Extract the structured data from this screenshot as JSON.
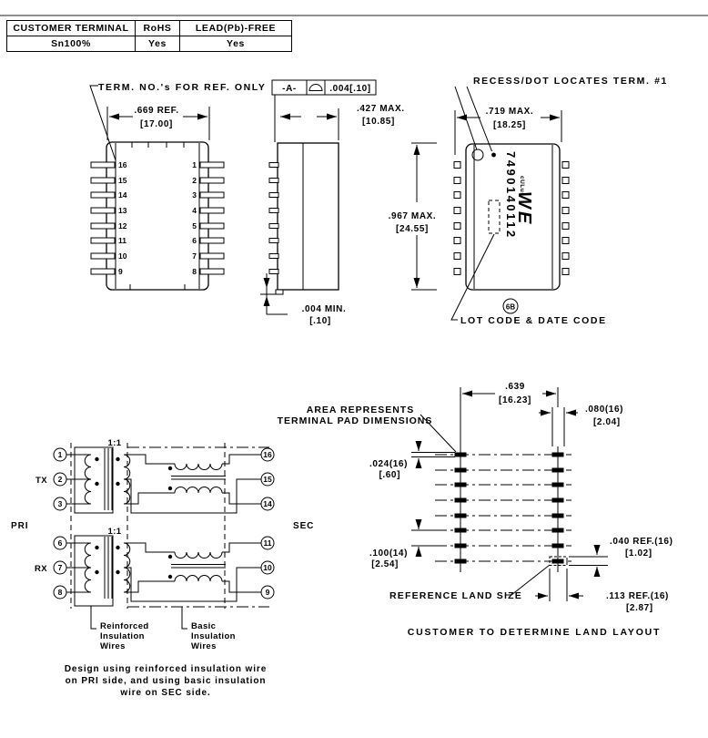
{
  "table": {
    "headers": [
      "CUSTOMER TERMINAL",
      "RoHS",
      "LEAD(Pb)-FREE"
    ],
    "values": [
      "Sn100%",
      "Yes",
      "Yes"
    ]
  },
  "front_view": {
    "term_note": "TERM. NO.'s FOR REF. ONLY",
    "width_in": ".669 REF.",
    "width_mm": "[17.00]",
    "pins_left": [
      "16",
      "15",
      "14",
      "13",
      "12",
      "11",
      "10",
      "9"
    ],
    "pins_right": [
      "1",
      "2",
      "3",
      "4",
      "5",
      "6",
      "7",
      "8"
    ]
  },
  "side_view": {
    "datum": "-A-",
    "flatness_tol": ".004[.10]",
    "width_in": ".427 MAX.",
    "width_mm": "[10.85]",
    "standoff_in": ".004 MIN.",
    "standoff_mm": "[.10]"
  },
  "top_view": {
    "height_in": ".967 MAX.",
    "height_mm": "[24.55]",
    "width_in": ".719 MAX.",
    "width_mm": "[18.25]",
    "recess_note": "RECESS/DOT LOCATES TERM. #1",
    "lot_note": "LOT CODE & DATE CODE",
    "badge": "6B",
    "marking": {
      "part_number": "7490140112",
      "brand": "WE",
      "ul": "cULus"
    }
  },
  "schematic": {
    "ratio_top": "1:1",
    "ratio_bottom": "1:1",
    "tx": "TX",
    "rx": "RX",
    "pri": "PRI",
    "sec": "SEC",
    "pins_top_left": [
      "1",
      "2",
      "3"
    ],
    "pins_top_right": [
      "16",
      "15",
      "14"
    ],
    "pins_bottom_left": [
      "6",
      "7",
      "8"
    ],
    "pins_bottom_right": [
      "11",
      "10",
      "9"
    ],
    "reinforced_label": [
      "Reinforced",
      "Insulation",
      "Wires"
    ],
    "basic_label": [
      "Basic",
      "Insulation",
      "Wires"
    ],
    "note": [
      "Design using reinforced insulation wire",
      "on PRI side, and using basic insulation",
      "wire on SEC side."
    ]
  },
  "land_pattern": {
    "span_in": ".639",
    "span_mm": "[16.23]",
    "pad_w_in": ".080(16)",
    "pad_w_mm": "[2.04]",
    "pad_h_in": ".024(16)",
    "pad_h_mm": "[.60]",
    "pitch_in": ".100(14)",
    "pitch_mm": "[2.54]",
    "land_h_in": ".040 REF.(16)",
    "land_h_mm": "[1.02]",
    "land_w_in": ".113 REF.(16)",
    "land_w_mm": "[2.87]",
    "area_note_1": "AREA REPRESENTS",
    "area_note_2": "TERMINAL PAD DIMENSIONS",
    "ref_land": "REFERENCE LAND SIZE",
    "footer": "CUSTOMER TO DETERMINE LAND LAYOUT"
  }
}
